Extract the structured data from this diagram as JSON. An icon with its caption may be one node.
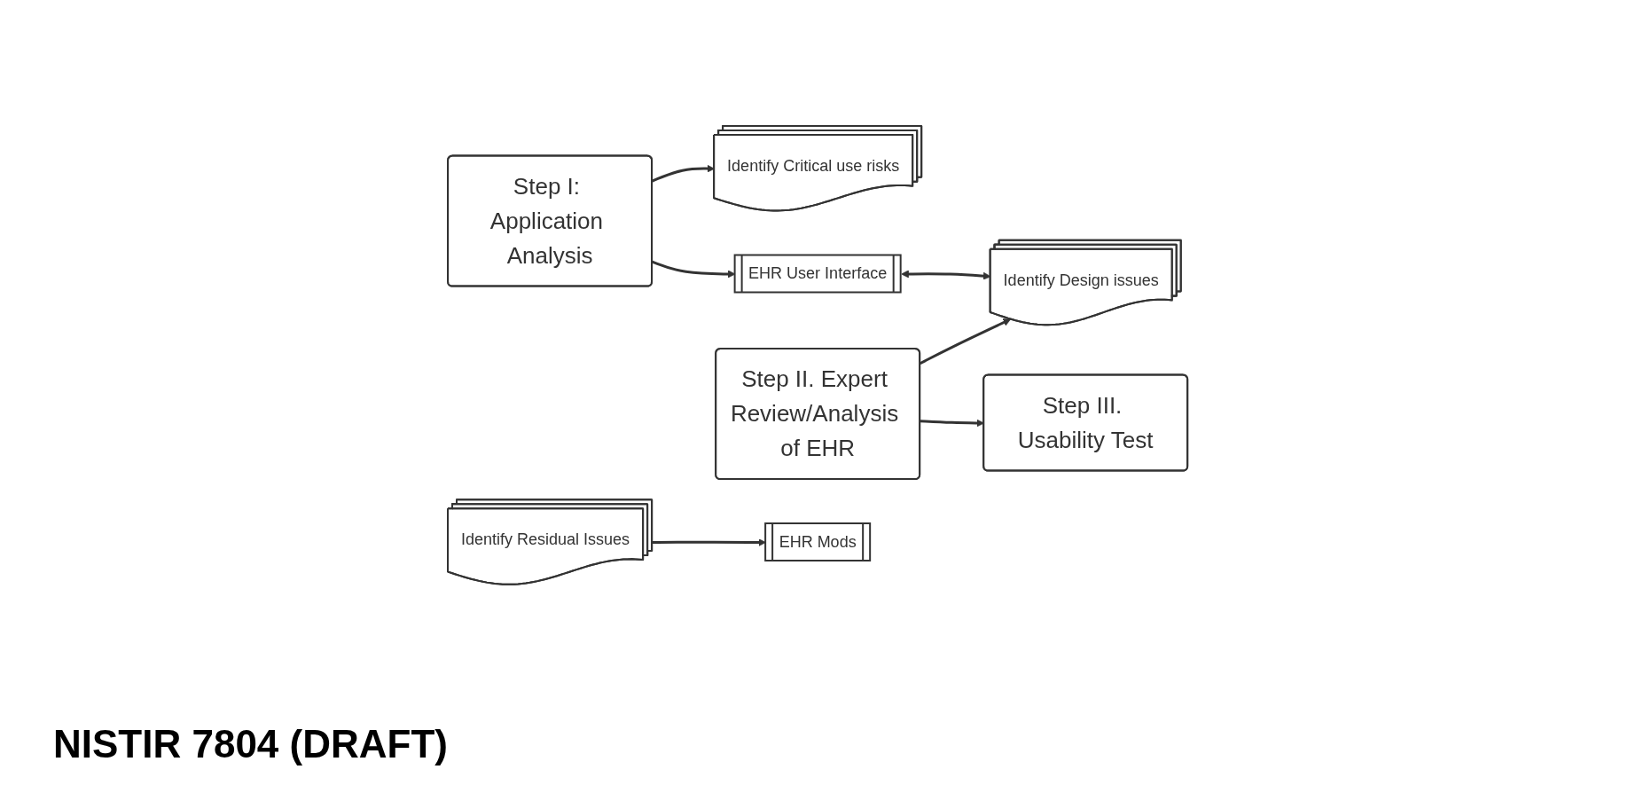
{
  "diagram": {
    "nodes": [
      {
        "text": [
          "Step I: Application Analysis"
        ]
      },
      {
        "text": [
          "Identify Critical use risks"
        ]
      },
      {
        "text": [
          "EHR User Interface"
        ]
      },
      {
        "text": [
          "Step II. Expert Review/Analysis of EHR"
        ]
      },
      {
        "text": [
          "Identify Design issues"
        ]
      },
      {
        "text": [
          "Step III. Usability Test"
        ]
      },
      {
        "text": [
          "Identify Residual Issues"
        ]
      },
      {
        "text": [
          "EHR Mods"
        ]
      }
    ],
    "edges": [
      {
        "from": 0,
        "to": 1,
        "arrow": "to"
      },
      {
        "from": 0,
        "to": 2,
        "arrow": "to"
      },
      {
        "from": 3,
        "to": 4,
        "arrow": "to"
      },
      {
        "from": 2,
        "to": 4,
        "arrow": "both"
      },
      {
        "from": 3,
        "to": 5,
        "arrow": "to"
      },
      {
        "from": 6,
        "to": 7,
        "arrow": "to"
      }
    ],
    "labels": [
      "NISTIR 7804 (DRAFT)"
    ]
  }
}
